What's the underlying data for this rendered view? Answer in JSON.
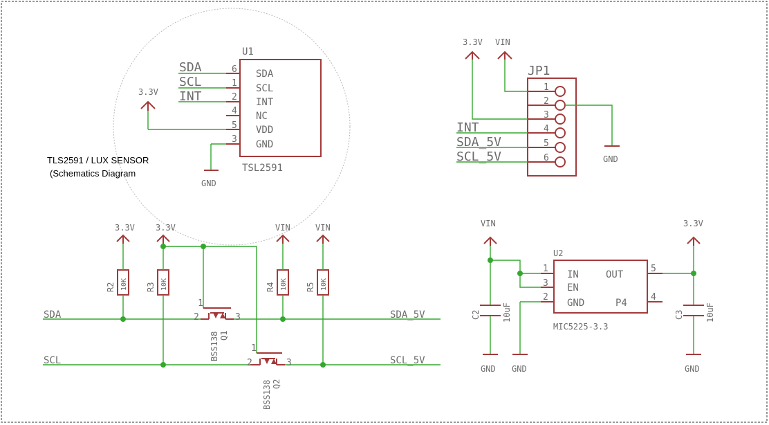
{
  "caption": {
    "line1": "TLS2591 / LUX SENSOR",
    "line2": "(Schematics Diagram"
  },
  "u1": {
    "ref": "U1",
    "part": "TSL2591",
    "pins": [
      {
        "name": "SDA",
        "num": "6"
      },
      {
        "name": "SCL",
        "num": "1"
      },
      {
        "name": "INT",
        "num": "2"
      },
      {
        "name": "NC",
        "num": "4"
      },
      {
        "name": "VDD",
        "num": "5"
      },
      {
        "name": "GND",
        "num": "3"
      }
    ],
    "nets": {
      "sda": "SDA",
      "scl": "SCL",
      "int": "INT",
      "vdd": "3.3V",
      "gnd": "GND"
    }
  },
  "jp1": {
    "ref": "JP1",
    "pins": [
      "1",
      "2",
      "3",
      "4",
      "5",
      "6"
    ],
    "nets": {
      "v33": "3.3V",
      "vin": "VIN",
      "int": "INT",
      "sda5": "SDA_5V",
      "scl5": "SCL_5V",
      "gnd": "GND"
    }
  },
  "shifter": {
    "supplies": [
      "3.3V",
      "3.3V",
      "VIN",
      "VIN"
    ],
    "resistors": [
      {
        "ref": "R2",
        "value": "10K"
      },
      {
        "ref": "R3",
        "value": "10K"
      },
      {
        "ref": "R4",
        "value": "10K"
      },
      {
        "ref": "R5",
        "value": "10K"
      }
    ],
    "q1": {
      "ref": "Q1",
      "part": "BSS138",
      "pins": [
        "1",
        "2",
        "3"
      ]
    },
    "q2": {
      "ref": "Q2",
      "part": "BSS138",
      "pins": [
        "1",
        "2",
        "3"
      ]
    },
    "nets": {
      "sda": "SDA",
      "scl": "SCL",
      "sda5": "SDA_5V",
      "scl5": "SCL_5V"
    }
  },
  "reg": {
    "ref": "U2",
    "part": "MIC5225-3.3",
    "pins": [
      {
        "name": "IN",
        "num": "1"
      },
      {
        "name": "EN",
        "num": "3"
      },
      {
        "name": "GND",
        "num": "2"
      },
      {
        "name": "OUT",
        "num": "5"
      },
      {
        "name": "P4",
        "num": "4"
      }
    ],
    "vin": "VIN",
    "v33": "3.3V",
    "c2": {
      "ref": "C2",
      "value": "10uF"
    },
    "c3": {
      "ref": "C3",
      "value": "10uF"
    },
    "gnds": [
      "GND",
      "GND",
      "GND"
    ]
  }
}
